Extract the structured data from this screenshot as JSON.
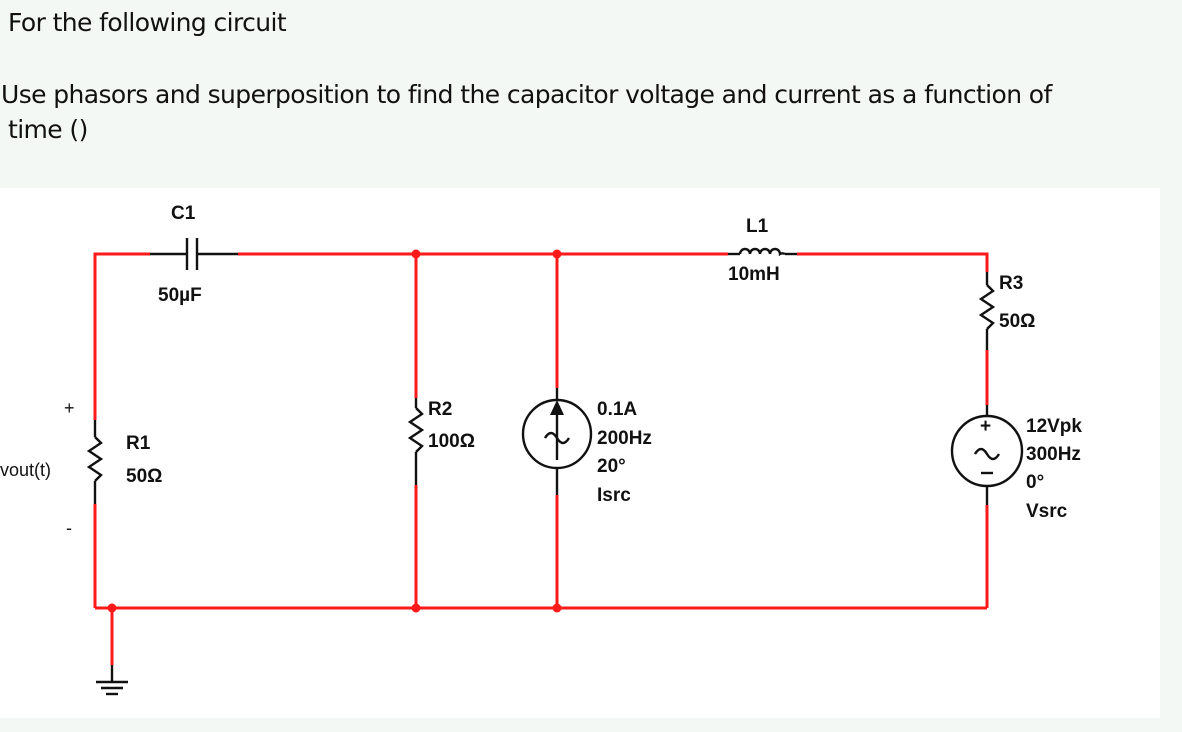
{
  "question": {
    "intro": "For the following circuit",
    "task_line1": "Use phasors and superposition to find the capacitor voltage and current as a function of",
    "task_line2": "time ()"
  },
  "colors": {
    "wire": "#ff1a1a",
    "component": "#111111",
    "page_background": "#f4f8f5",
    "panel_background": "#ffffff"
  },
  "circuit": {
    "output": {
      "label": "vout(t)",
      "plus": "+",
      "minus": "-"
    },
    "components": {
      "C1": {
        "ref": "C1",
        "value": "50µF",
        "type": "capacitor"
      },
      "L1": {
        "ref": "L1",
        "value": "10mH",
        "type": "inductor"
      },
      "R1": {
        "ref": "R1",
        "value": "50Ω",
        "type": "resistor"
      },
      "R2": {
        "ref": "R2",
        "value": "100Ω",
        "type": "resistor"
      },
      "R3": {
        "ref": "R3",
        "value": "50Ω",
        "type": "resistor"
      },
      "Isrc": {
        "ref": "Isrc",
        "amplitude": "0.1A",
        "frequency": "200Hz",
        "phase": "20°",
        "type": "ac-current-source"
      },
      "Vsrc": {
        "ref": "Vsrc",
        "amplitude": "12Vpk",
        "frequency": "300Hz",
        "phase": "0°",
        "type": "ac-voltage-source",
        "plus": "+",
        "minus": "−"
      }
    }
  }
}
